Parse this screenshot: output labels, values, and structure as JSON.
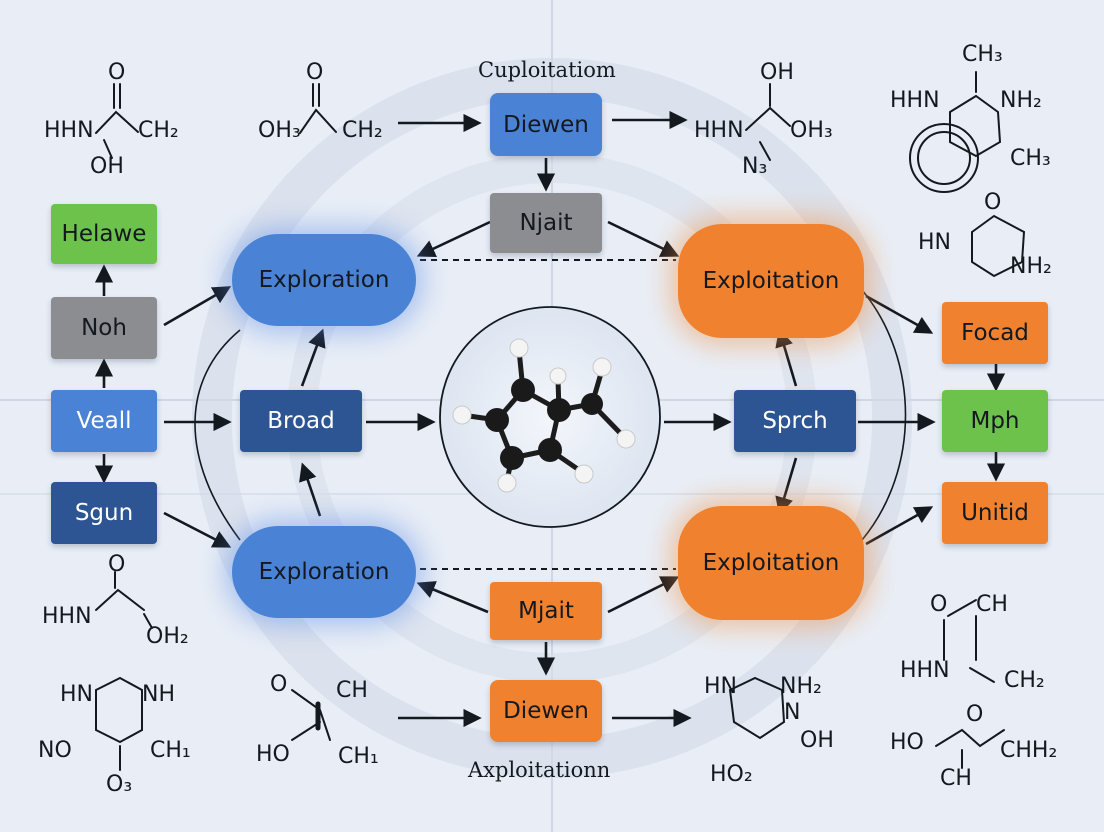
{
  "colors": {
    "blue": "#4a83d6",
    "navy": "#2d5593",
    "gray": "#8c8d91",
    "green": "#6cc24a",
    "orange": "#f0822f"
  },
  "titles": {
    "top": "Cuploitatiom",
    "bottom": "Axploitationn"
  },
  "nodes": {
    "top_dieven": "Diewen",
    "top_njait": "Njait",
    "exploration_top": "Exploration",
    "exploration_bottom": "Exploration",
    "exploitation_top": "Exploitation",
    "exploitation_bottom": "Exploitation",
    "broad": "Broad",
    "sprch": "Sprch",
    "mjait": "Mjait",
    "bottom_dieven": "Diewen",
    "helawe": "Helawe",
    "noh": "Noh",
    "veall": "Veall",
    "sgun": "Sgun",
    "focad": "Focad",
    "mph": "Mph",
    "unitid": "Unitid"
  },
  "molecules": [
    {
      "name": "molecule-top-left",
      "labels": [
        "O",
        "HHN",
        "CH₂",
        "OH"
      ]
    },
    {
      "name": "molecule-top-second",
      "labels": [
        "O",
        "OH₃",
        "CH₂"
      ]
    },
    {
      "name": "molecule-top-third",
      "labels": [
        "OH",
        "HHN",
        "OH₃",
        "N₃"
      ]
    },
    {
      "name": "molecule-top-right",
      "labels": [
        "CH₃",
        "HHN",
        "NH₂",
        "CH₃"
      ]
    },
    {
      "name": "molecule-right-ring",
      "labels": [
        "O",
        "HN",
        "NH₂"
      ]
    },
    {
      "name": "molecule-left-lower",
      "labels": [
        "O",
        "HHN",
        "OH₂"
      ]
    },
    {
      "name": "molecule-bottom-left",
      "labels": [
        "HN",
        "NH",
        "NO",
        "CH₁",
        "O₃"
      ]
    },
    {
      "name": "molecule-bottom-second",
      "labels": [
        "O",
        "CH",
        "HO",
        "CH₁"
      ]
    },
    {
      "name": "molecule-bottom-third",
      "labels": [
        "HN",
        "NH₂",
        "N",
        "OH",
        "HO₂"
      ]
    },
    {
      "name": "molecule-right-lower",
      "labels": [
        "O",
        "CH",
        "HHN",
        "CH₂"
      ]
    },
    {
      "name": "molecule-bottom-right",
      "labels": [
        "O",
        "HO",
        "CHH₂",
        "CH"
      ]
    }
  ]
}
